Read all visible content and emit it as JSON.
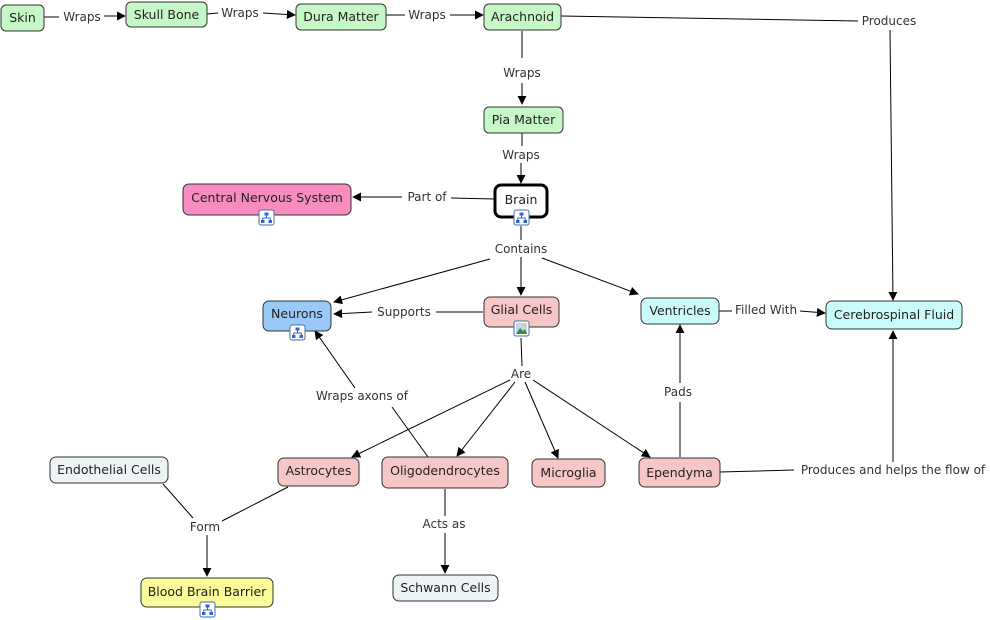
{
  "concepts": {
    "skin": "Skin",
    "skull_bone": "Skull Bone",
    "dura_matter": "Dura Matter",
    "arachnoid": "Arachnoid",
    "pia_matter": "Pia Matter",
    "brain": "Brain",
    "central_nervous_system": "Central Nervous System",
    "neurons": "Neurons",
    "glial_cells": "Glial Cells",
    "ventricles": "Ventricles",
    "cerebrospinal_fluid": "Cerebrospinal Fluid",
    "endothelial_cells": "Endothelial Cells",
    "astrocytes": "Astrocytes",
    "oligodendrocytes": "Oligodendrocytes",
    "microglia": "Microglia",
    "ependyma": "Ependyma",
    "blood_brain_barrier": "Blood Brain Barrier",
    "schwann_cells": "Schwann Cells"
  },
  "links": {
    "skin_skull": "Wraps",
    "skull_dura": "Wraps",
    "dura_arachnoid": "Wraps",
    "arachnoid_pia": "Wraps",
    "pia_brain": "Wraps",
    "arachnoid_produces": "Produces",
    "brain_part_of": "Part of",
    "brain_contains": "Contains",
    "glial_supports": "Supports",
    "ventricles_filled": "Filled With",
    "glial_are": "Are",
    "ependyma_pads": "Pads",
    "oligo_wraps_axons": "Wraps axons of",
    "ependyma_produces": "Produces and helps the flow of",
    "form": "Form",
    "acts_as": "Acts as"
  },
  "colors": {
    "green": "#c6f7c6",
    "pink": "#f78cc0",
    "blue": "#99c9f7",
    "salmon": "#f7c6c6",
    "cyan": "#c9fbfb",
    "gray": "#eef3f5",
    "yellow": "#fbfb99",
    "white": "#ffffff"
  },
  "icons": {
    "submap": "submap-icon",
    "image": "image-icon"
  }
}
